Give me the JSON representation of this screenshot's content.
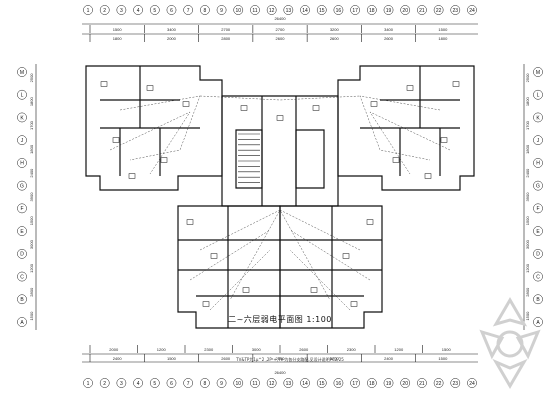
{
  "drawing": {
    "title": "二~六层弱电平面图 1:100",
    "note": "TV&TP为1μ^2 ,2P²+,TV-为各分支路配,见设计说明PC2/25",
    "top_total": "26400",
    "bottom_total": "26400"
  },
  "axes": {
    "top_labels": [
      "1",
      "2",
      "3",
      "4",
      "5",
      "6",
      "7",
      "8",
      "9",
      "10",
      "11",
      "12",
      "13",
      "14",
      "15",
      "16",
      "17",
      "18",
      "19",
      "20",
      "21",
      "22",
      "23",
      "24"
    ],
    "top_dims_row1": [
      "1500",
      "3400",
      "2700",
      "2700",
      "3200",
      "3400",
      "1500"
    ],
    "top_dims_row2": [
      "1800",
      "2000",
      "2800",
      "2600",
      "2600",
      "2600",
      "1800"
    ],
    "bottom_dims_row1": [
      "2000",
      "1200",
      "2300",
      "3000",
      "2600",
      "2300",
      "1200",
      "1500"
    ],
    "bottom_dims_row2": [
      "2400",
      "1500",
      "2600",
      "2600",
      "1200",
      "2400",
      "1500"
    ],
    "left_labels": [
      "M",
      "L",
      "K",
      "J",
      "H",
      "G",
      "F",
      "E",
      "D",
      "C",
      "B",
      "A"
    ],
    "right_labels": [
      "M",
      "L",
      "K",
      "J",
      "H",
      "G",
      "F",
      "E",
      "D",
      "C",
      "B",
      "A"
    ],
    "side_dims": [
      "2500",
      "1800",
      "1700",
      "1800",
      "2400",
      "3900",
      "1500",
      "3000",
      "1200",
      "2800",
      "1500"
    ]
  },
  "colors": {
    "ink": "#1a1a1a",
    "wire": "#222222",
    "watermark": "#cfcfcf"
  }
}
